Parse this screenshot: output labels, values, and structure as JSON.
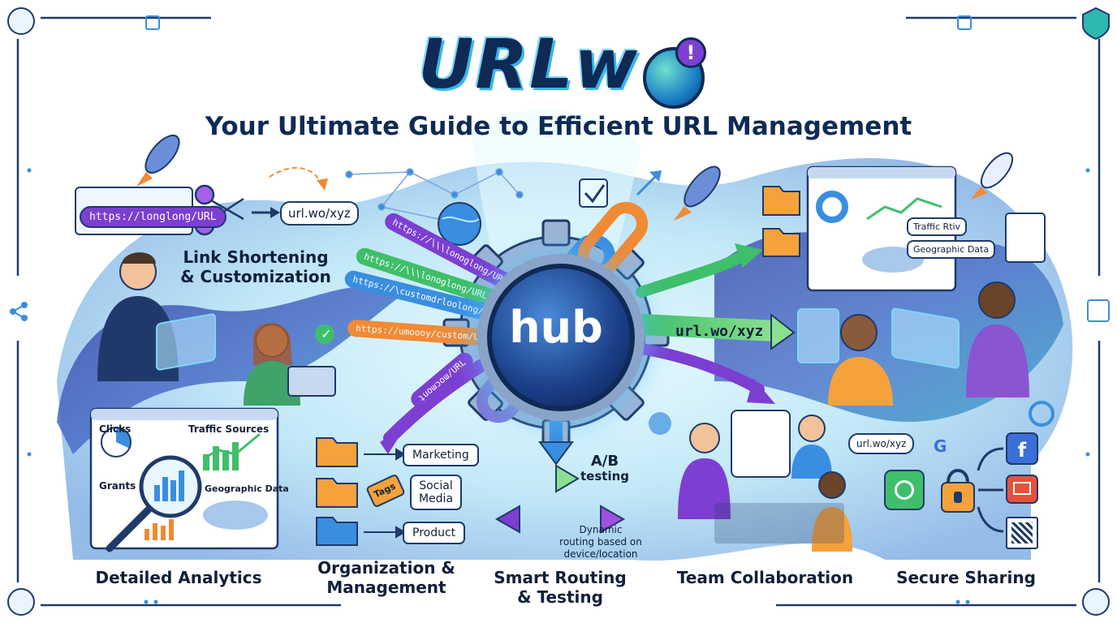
{
  "logo": {
    "text": "URLw"
  },
  "subtitle": "Your Ultimate Guide to Efficient URL Management",
  "sections": {
    "link_shortening": {
      "title_line1": "Link Shortening",
      "title_line2": "& Customization",
      "long_url": "https://longlong/URL",
      "short_url": "url.wo/xyz"
    },
    "hub": {
      "label": "hub",
      "ribbons": [
        "https://\\\\\\lonoglong/URL",
        "https://\\\\\\lonoglong/URL",
        "https://\\customdrloolong/URL",
        "https://umoooy/custom/URL",
        "ʇuoɯɔoɯ/URL"
      ],
      "output_url": "url.wo/xyz"
    },
    "analytics": {
      "title": "Detailed Analytics",
      "clicks": "Clicks",
      "traffic_sources": "Traffic Sources",
      "grants": "Grants",
      "geographic_data": "Geographic Data"
    },
    "organization": {
      "title_line1": "Organization &",
      "title_line2": "Management",
      "tags": [
        "Marketing",
        "Social Media",
        "Product"
      ],
      "tags_label": "Tags"
    },
    "routing": {
      "title_line1": "Smart Routing",
      "title_line2": "& Testing",
      "ab_line1": "A/B",
      "ab_line2": "testing",
      "dynamic_line1": "Dynamic",
      "dynamic_line2": "routing based on",
      "dynamic_line3": "device/location"
    },
    "team": {
      "title": "Team Collaboration",
      "short_url": "url.wo/xyz"
    },
    "dashboard": {
      "traffic_label": "Traffic Rtiv",
      "geo_label": "Geographic Data"
    },
    "sharing": {
      "title": "Secure Sharing",
      "google": "G"
    }
  },
  "colors": {
    "navy": "#0e2a55",
    "purple": "#7c3fd1",
    "green": "#3fbf6a",
    "blue": "#3a8ee0",
    "orange": "#f08a35",
    "teal": "#2fb7b0"
  }
}
